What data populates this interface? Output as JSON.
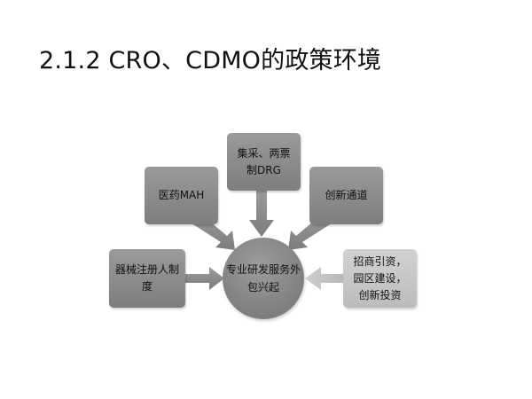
{
  "title": "2.1.2 CRO、CDMO的政策环境",
  "center": {
    "text": "专业研发服务外包兴起"
  },
  "nodes": [
    {
      "id": "device",
      "text": "器械注册人制度"
    },
    {
      "id": "mah",
      "text": "医药MAH"
    },
    {
      "id": "vbp",
      "text": "集采、两票制DRG"
    },
    {
      "id": "channel",
      "text": "创新通道"
    },
    {
      "id": "invest",
      "text": "招商引资，园区建设，创新投资"
    }
  ],
  "colors": {
    "dark_fill": "#8c8c8c",
    "light_fill": "#c8c8c8",
    "arrow_dark": "#8a8a8a",
    "arrow_light": "#c4c4c4"
  }
}
